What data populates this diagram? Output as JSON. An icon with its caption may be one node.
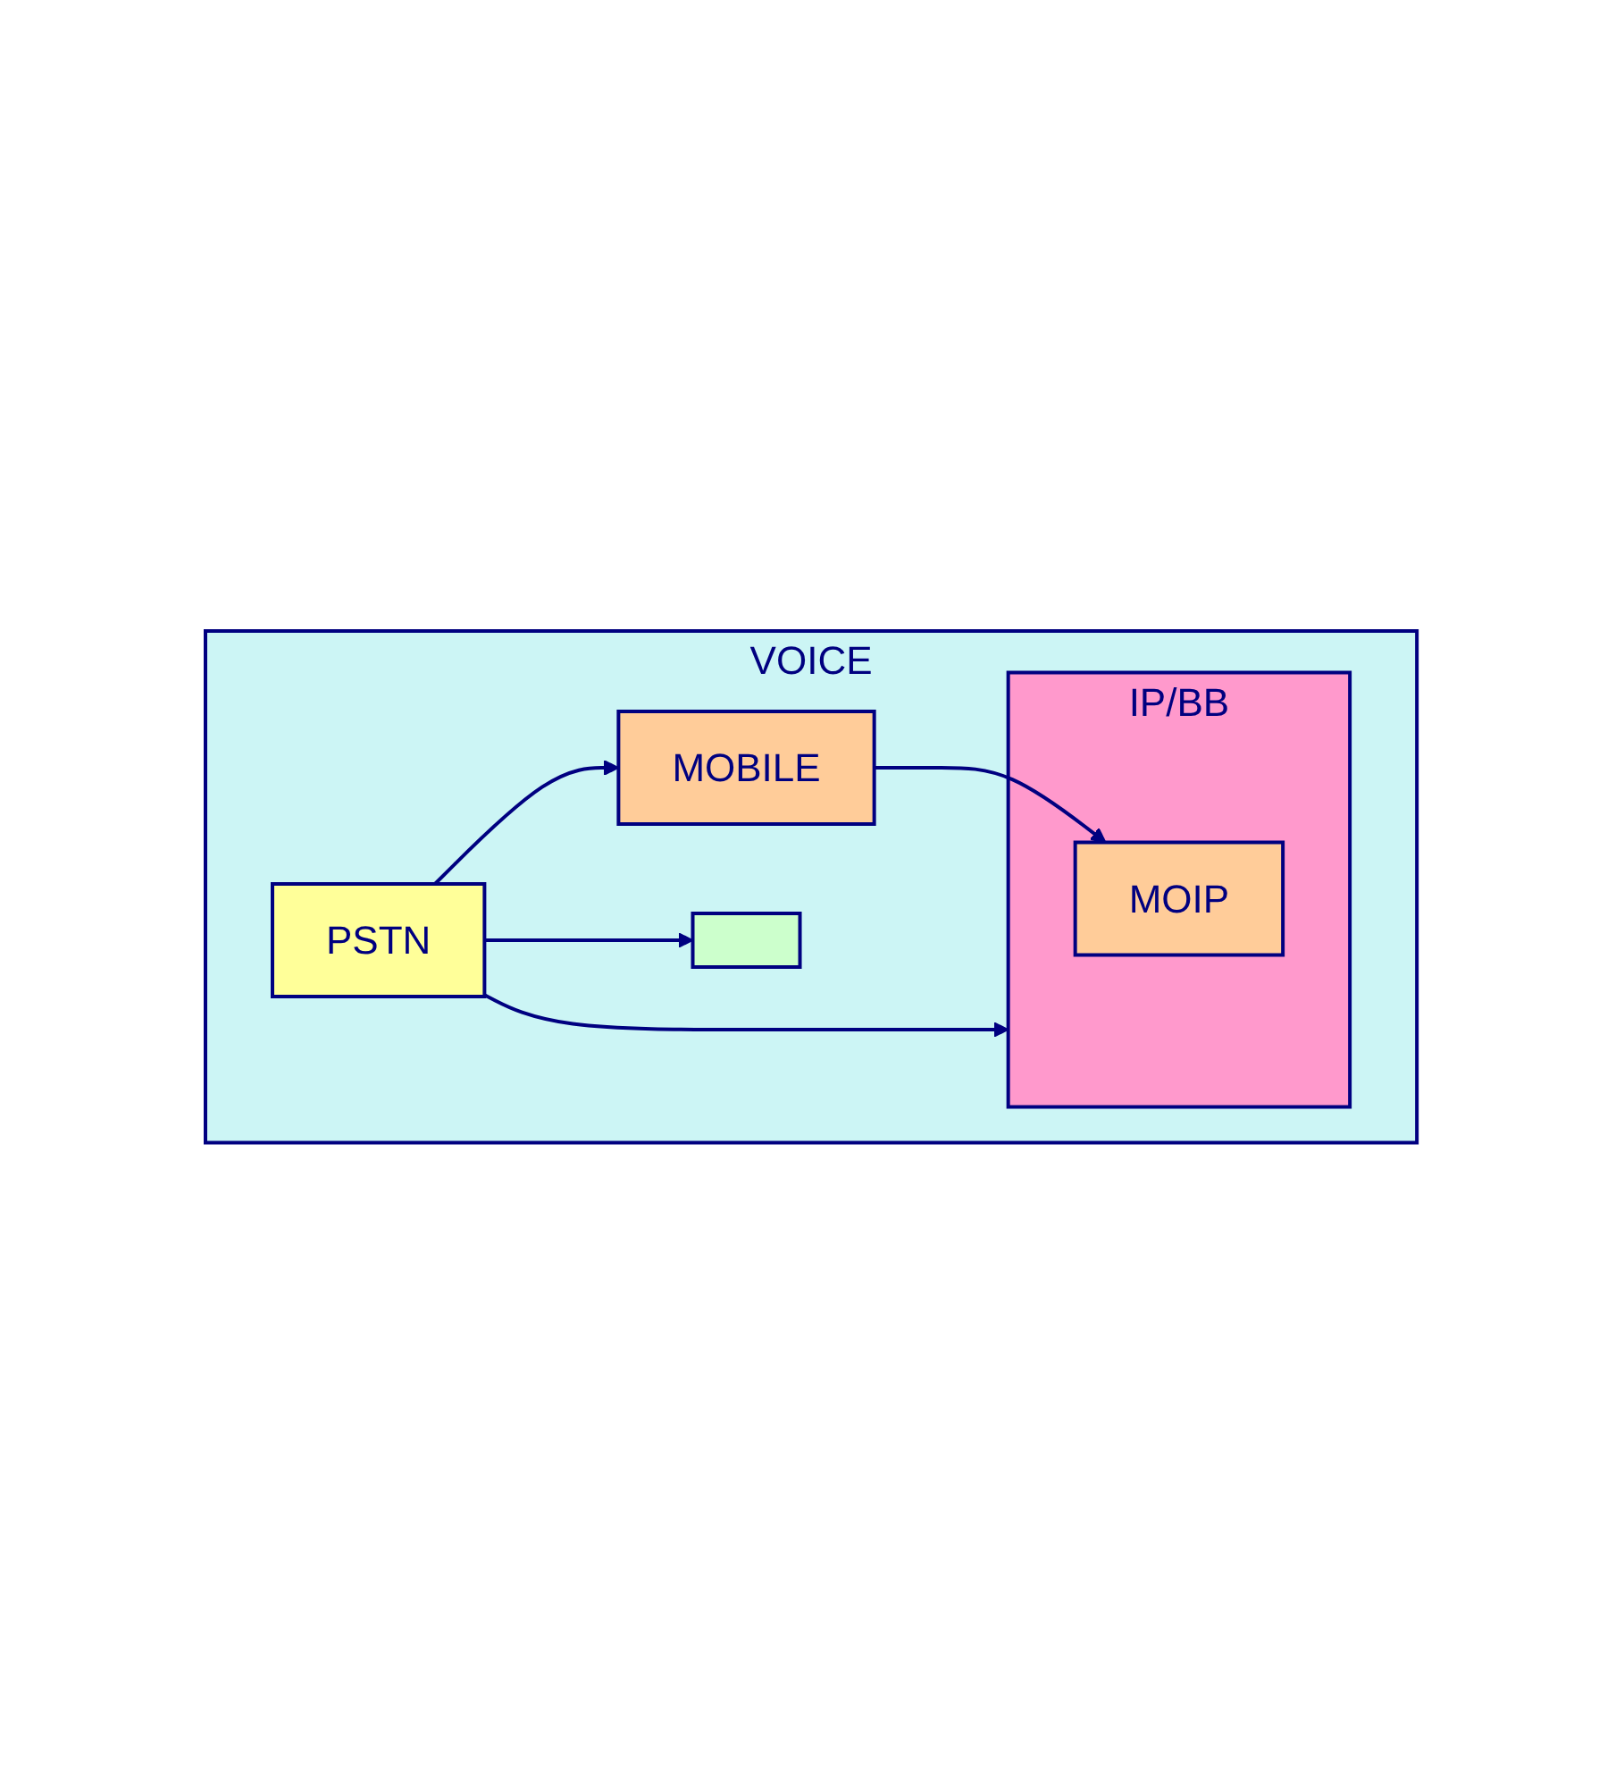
{
  "diagram": {
    "nodes": [
      {
        "text": [
          "VOICE"
        ]
      },
      {
        "text": [
          "PSTN"
        ],
        "in": 0
      },
      {
        "text": [
          "MOBILE"
        ],
        "in": 0
      },
      {
        "text": [
          "IP/BB"
        ],
        "in": 0
      },
      {
        "text": [],
        "shape": "box",
        "in": 0
      },
      {
        "text": [
          "MOIP"
        ],
        "in": 3
      }
    ],
    "edges": [
      {
        "from": 1,
        "to": 2,
        "arrow": "to"
      },
      {
        "from": 1,
        "to": 3,
        "arrow": "to"
      },
      {
        "from": 1,
        "to": 4,
        "arrow": "to"
      },
      {
        "from": 2,
        "to": 5,
        "arrow": "to"
      }
    ]
  }
}
